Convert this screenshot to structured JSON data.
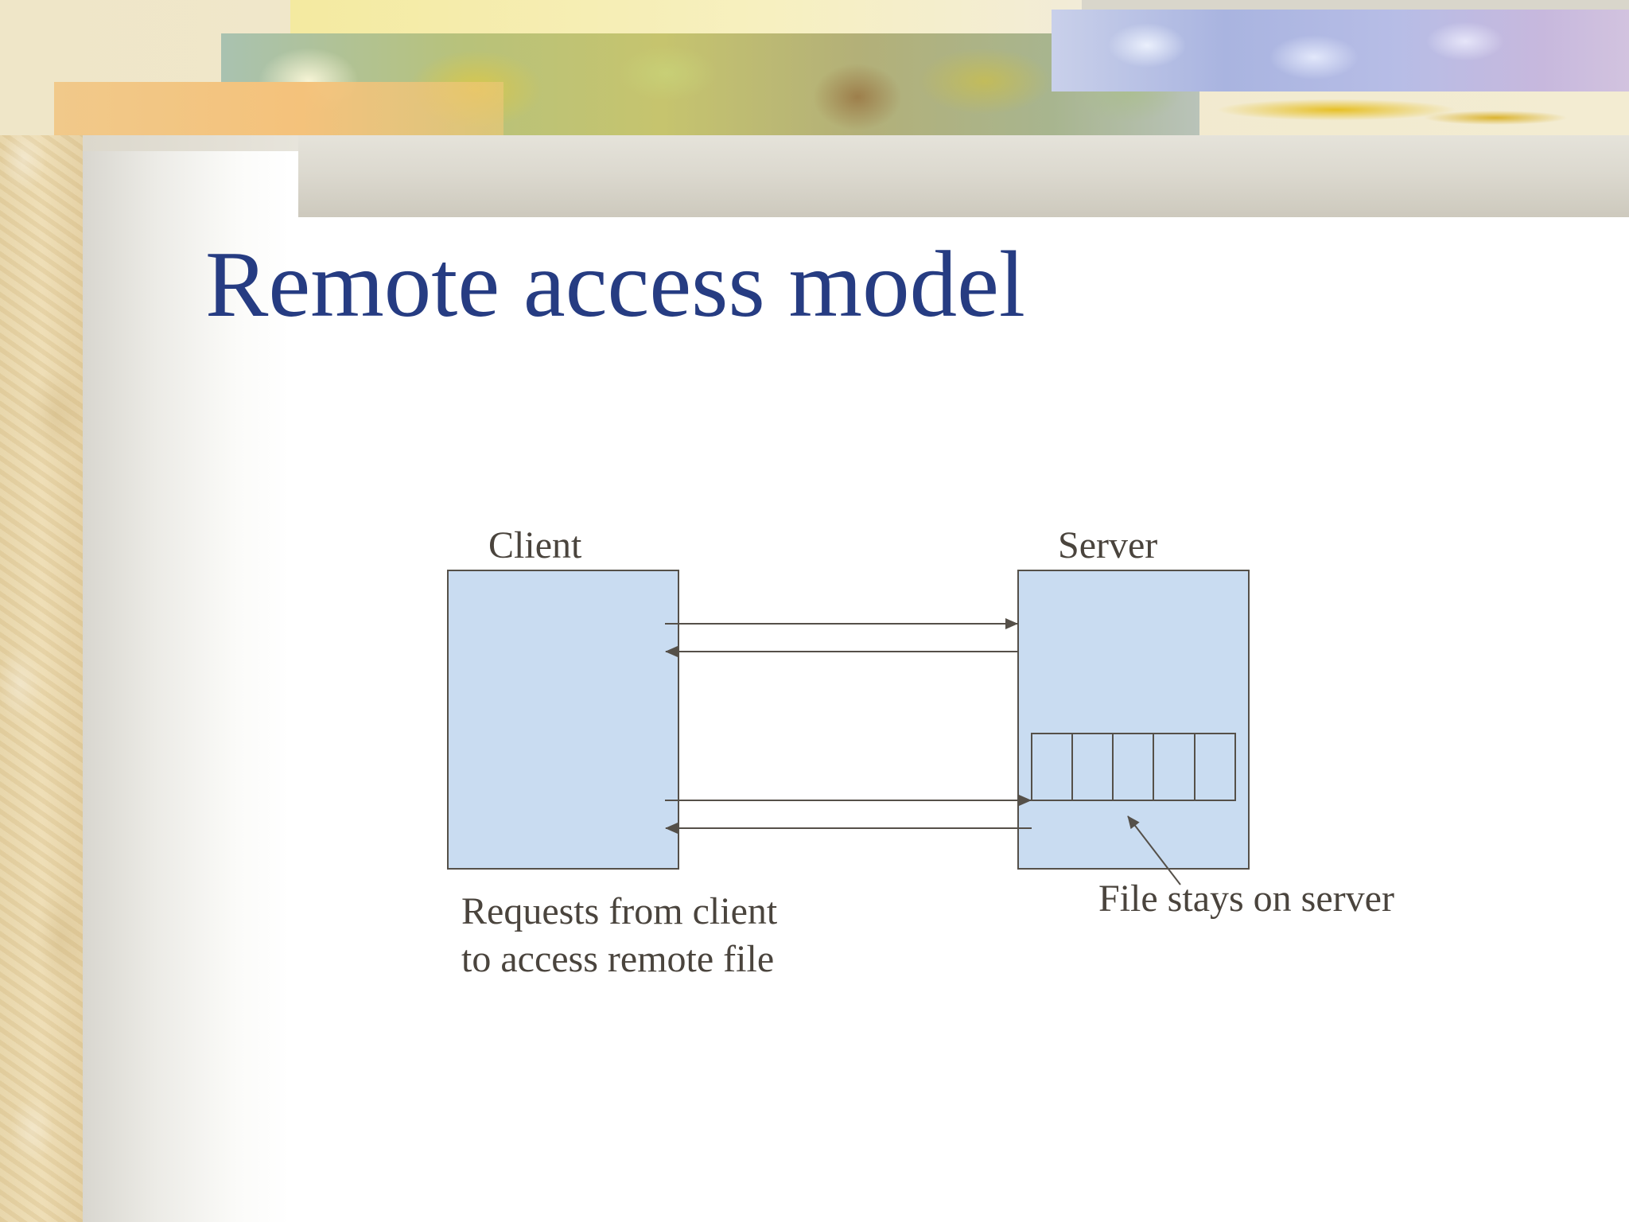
{
  "slide": {
    "title": "Remote access model"
  },
  "diagram": {
    "client_label": "Client",
    "server_label": "Server",
    "file_note": "File stays on server",
    "request_note_line1": "Requests from client",
    "request_note_line2": "to access remote file"
  },
  "colors": {
    "title": "#263c82",
    "box_fill": "#c9dcf1",
    "box_stroke": "#555049",
    "text": "#4a443d"
  }
}
